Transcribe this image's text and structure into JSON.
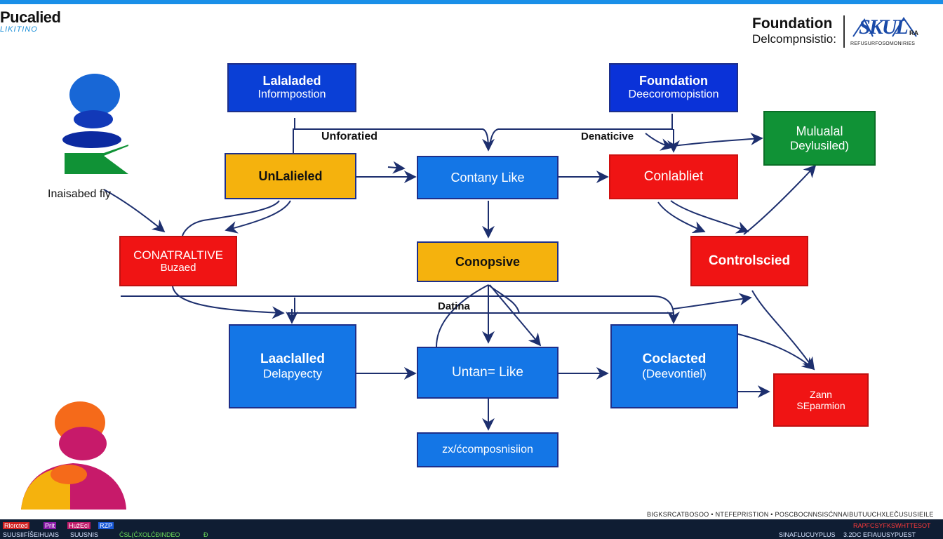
{
  "header": {
    "brand_title": "Pucalied",
    "brand_sub": "LIKITINO",
    "right_title": "Foundation",
    "right_sub": "Delcompnsistio:",
    "logo_text": "SKUL",
    "logo_badge": "RA",
    "logo_caption": "REFUSURFOSOMONIRIES"
  },
  "labels": {
    "person_caption": "Inaisabed fiy",
    "unforatied": "Unforatied",
    "denaticive": "Denaticive",
    "datina": "Datina"
  },
  "nodes": {
    "lalaladed": {
      "l1": "Lalaladed",
      "l2": "Informpostion"
    },
    "foundation": {
      "l1": "Foundation",
      "l2": "Deecoromopistion"
    },
    "unlalieled": {
      "l1": "UnLalieled"
    },
    "contany": {
      "l1": "Contany Like"
    },
    "conlabiet": {
      "l1": "Conlabliet"
    },
    "mulualal": {
      "l1": "Mulualal",
      "l2": "Deylusiled)"
    },
    "conatractive": {
      "l1": "CONATRALTIVE",
      "l2": "Buzaed"
    },
    "conopsive": {
      "l1": "Conopsive"
    },
    "controlscied": {
      "l1": "Controlscied"
    },
    "laaclalled": {
      "l1": "Laaclalled",
      "l2": "Delapyecty"
    },
    "untan": {
      "l1": "Untan= Like"
    },
    "coclacted": {
      "l1": "Coclacted",
      "l2": "(Deevontiel)"
    },
    "zann": {
      "l1": "Zann",
      "l2": "SEparmion"
    },
    "zxcomposition": {
      "l1": "zx/ćcomposnisiion"
    }
  },
  "footer": {
    "line": "BIGKSRCATBOSOO • NTEFEPRISTION • POSCBOCNNSISĆNNAIBUTUUCHXLEČUSUSIEILE",
    "tags": [
      "Rlorcted",
      "Prít",
      "HužEcl",
      "RZP"
    ],
    "tags2": [
      "SUUSIIFÍŠEIHUAIS",
      "SUUSNIS",
      "ĆSL(ĆXOLĆĐINDEO",
      "Đ"
    ],
    "right_a": "SINAFLUCUYPLUS",
    "right_b": "3.2DC EFIAUUSYPUEST",
    "right_red": "RAPFCSYFKSWHTTESOT"
  },
  "colors": {
    "blue": "#1476e6",
    "navy_blue": "#0a3fd6",
    "yellow": "#f5b20d",
    "red": "#f01414",
    "green": "#109236",
    "arrow": "#1d2f6e",
    "top_bar": "#1a8fe8"
  }
}
